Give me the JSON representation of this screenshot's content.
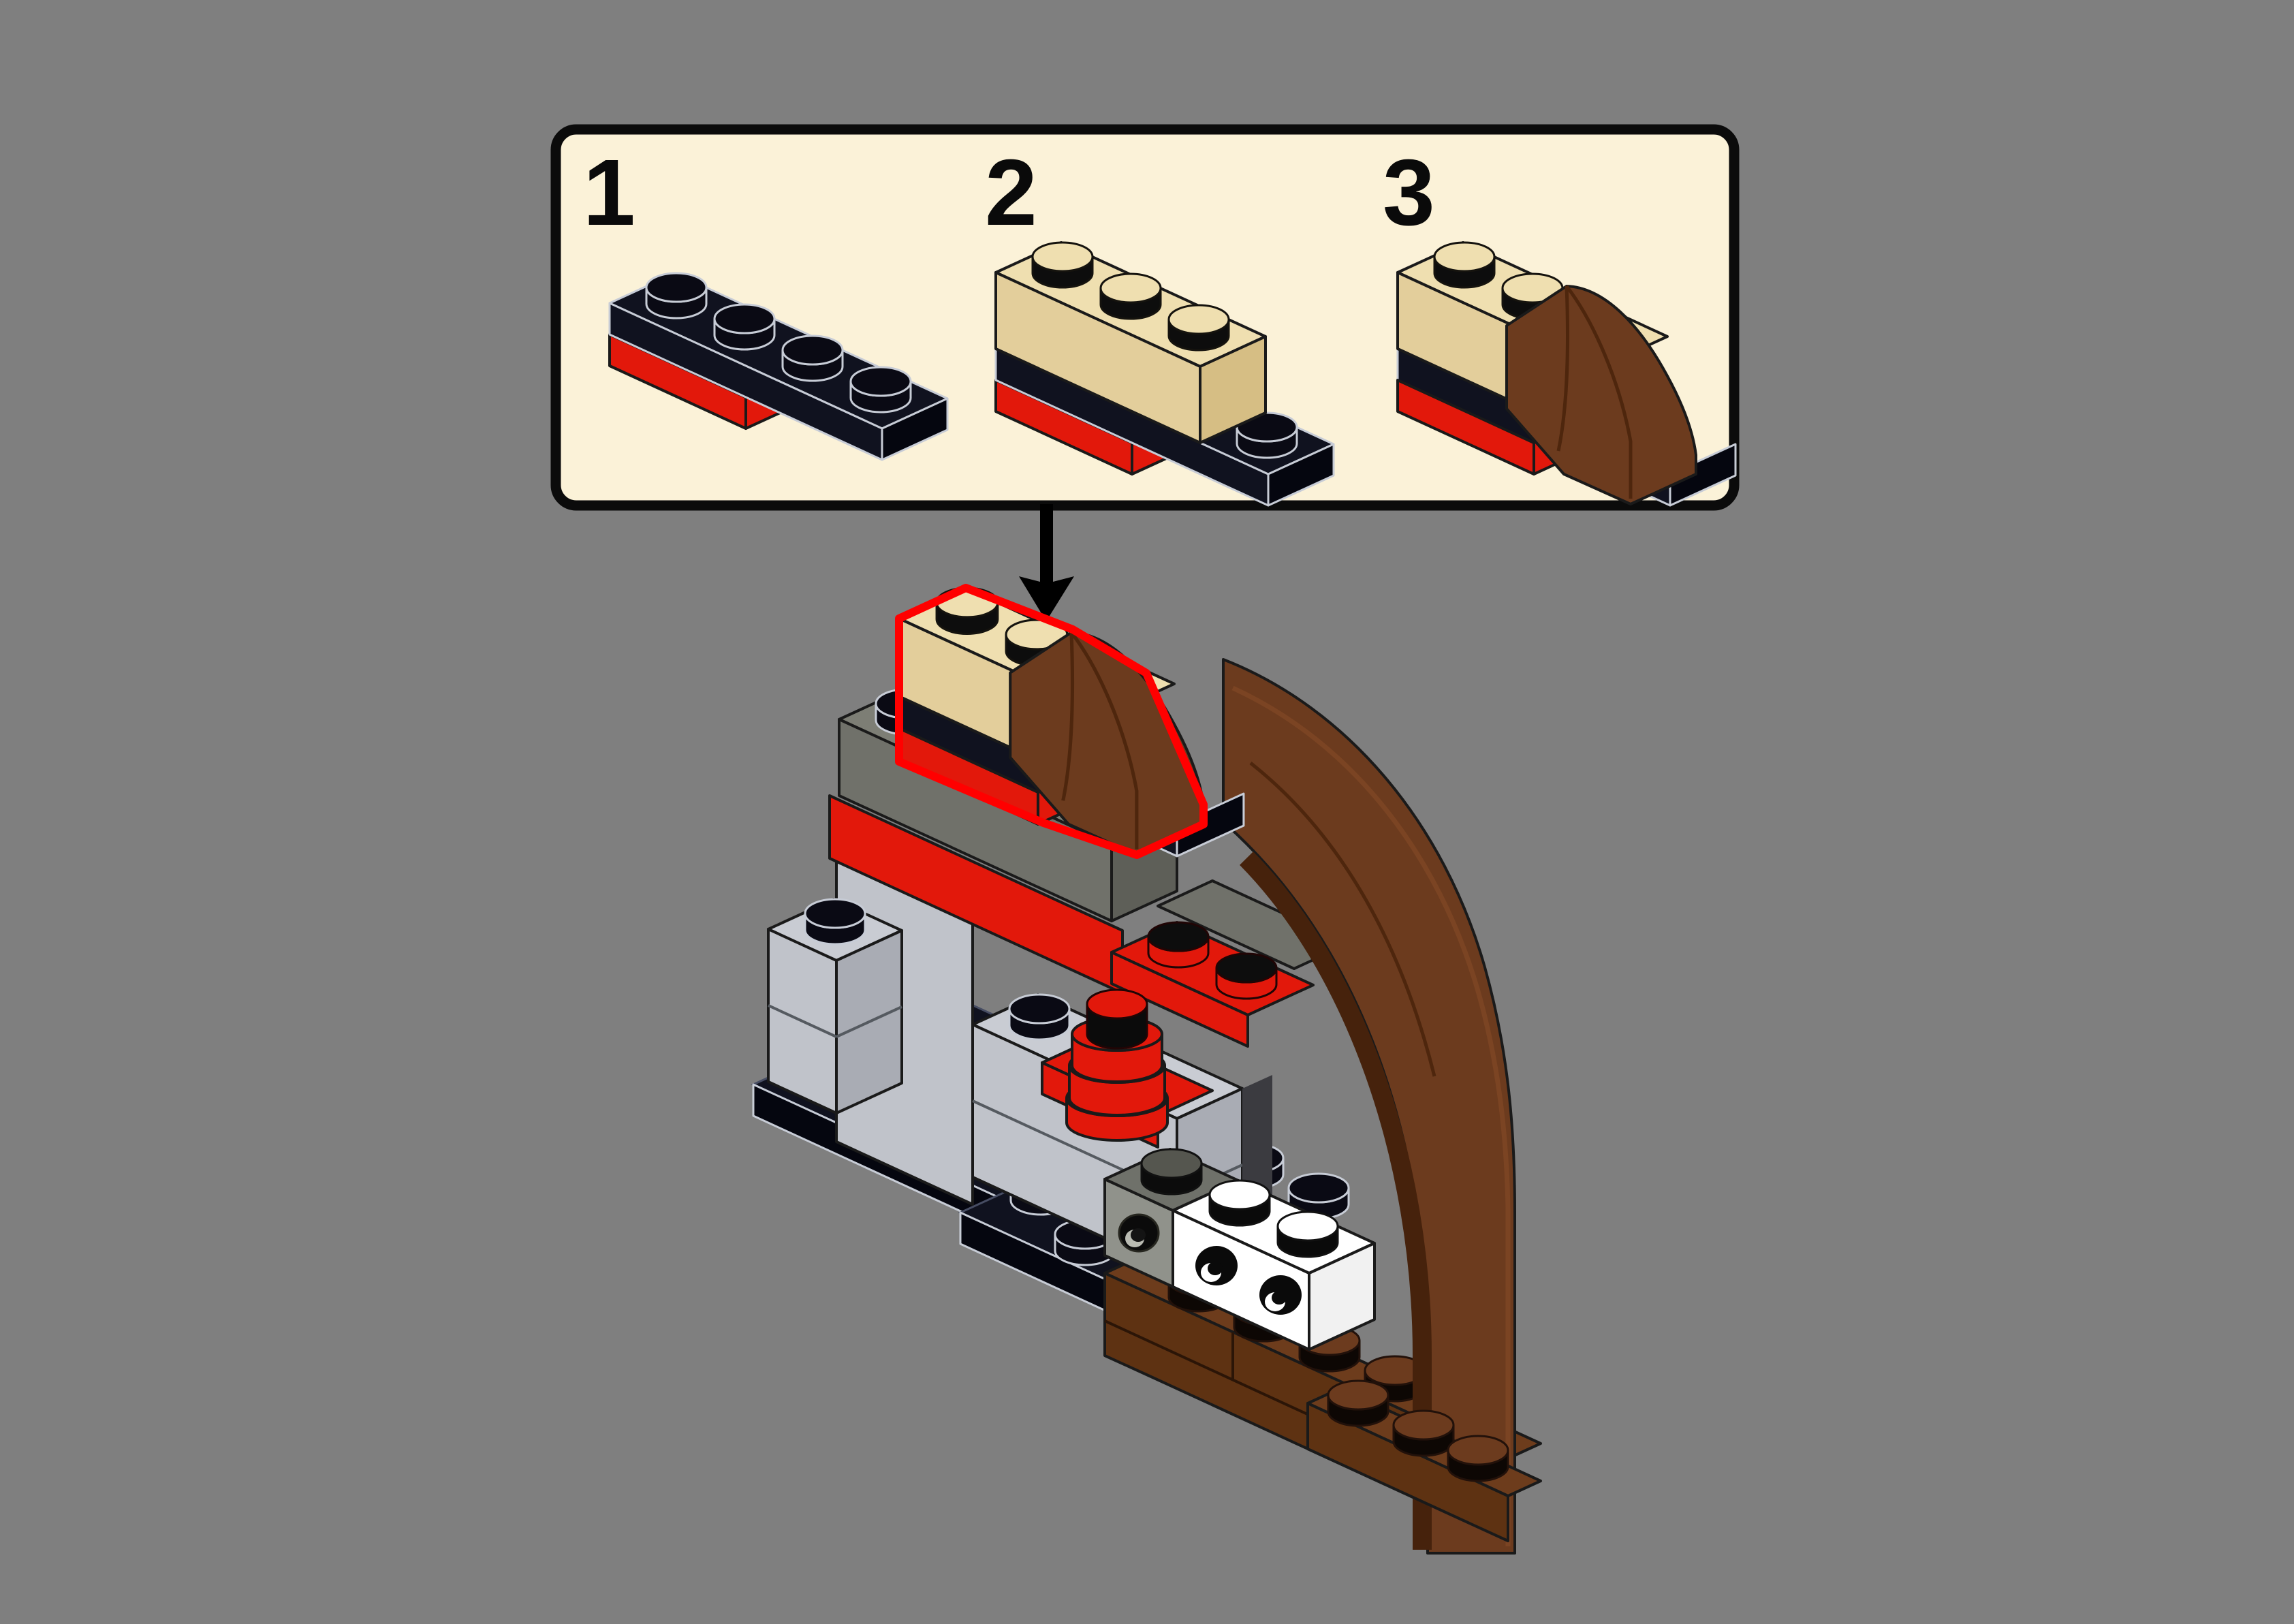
{
  "title": "LEGO building instruction step",
  "palette": {
    "bg": "#7f7f7f",
    "panel-bg": "#FBF2D8",
    "panel-border": "#0b0b0b",
    "ink": "#0a0a0a",
    "red": "#E2180B",
    "red-deep": "#8f0d06",
    "navy": "#10121f",
    "navy-deep": "#05060f",
    "plate-edge": "#c7ccd6",
    "tan-top": "#EFDFB0",
    "tan-front": "#E3CE9B",
    "tan-side": "#D6BE84",
    "brown": "#6C3B1E",
    "brown-dark": "#4B250F",
    "wall-front": "#5E3212",
    "wall-top": "#6D3C1C",
    "dg-top": "#7D7E75",
    "dg-front": "#70716A",
    "dg-side": "#5E5F58",
    "lg-top": "#C9CCD3",
    "lg-front": "#C0C3CA",
    "lg-side": "#A9ACB4",
    "white": "#FFFFFF",
    "white-side": "#F1F1F1",
    "gt-top": "#6F716A",
    "gt-front": "#90928B",
    "outline": "#1a1a1a",
    "highlight": "#FF0000"
  },
  "panel": {
    "steps": [
      {
        "label": "1",
        "description": "Black 1x4 plate stacked on a red 1x2 plate"
      },
      {
        "label": "2",
        "description": "Add a tan 1x3 brick on top, one black stud left exposed"
      },
      {
        "label": "3",
        "description": "Add a reddish-brown curved slope on the right end"
      }
    ]
  },
  "arrow": {
    "description": "Place the finished subassembly onto the model"
  },
  "model": {
    "description": "Partially built model with the new subassembly highlighted in red",
    "parts": [
      "highlighted subassembly (tan brick, black plate, red plate, brown curved slope)",
      "dark gray 1x4 brick",
      "red plate layer",
      "stack of red round plates",
      "red plate with two studs",
      "light gray 1x1 brick column",
      "light gray brick block",
      "black base plates",
      "dark gray 1x1 technic brick with side hole",
      "white 1x2 technic brick with two side holes",
      "reddish-brown brick wall",
      "large reddish-brown quarter arch"
    ]
  }
}
